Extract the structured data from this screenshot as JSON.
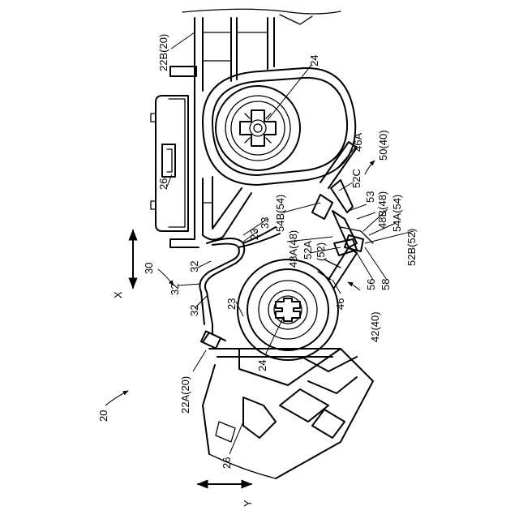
{
  "labels": {
    "l22B": "22B(20)",
    "l24a": "24",
    "l26a": "26",
    "l46A": "46A",
    "l50": "50(40)",
    "l52C": "52C",
    "l53": "53",
    "l48B": "48B(48)",
    "l54B": "54B(54)",
    "l54A": "54A(54)",
    "l33": "33",
    "l23a": "23",
    "l48A": "48A(48)",
    "l52A": "52A",
    "l52paren": "(52)",
    "l52B": "52B(52)",
    "l30": "30",
    "l32a": "32",
    "l32b": "32",
    "l32c": "32",
    "l23b": "23",
    "l56": "56",
    "l58": "58",
    "l46": "46",
    "l42": "42(40)",
    "lX": "X",
    "l22A": "22A(20)",
    "l24b": "24",
    "l20": "20",
    "l26b": "26",
    "lY": "Y"
  }
}
